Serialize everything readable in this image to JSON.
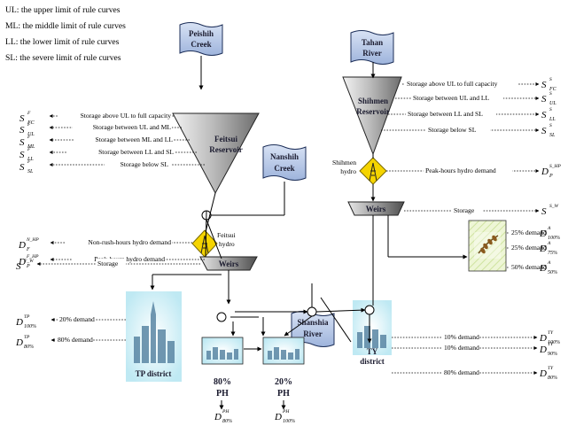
{
  "legend": {
    "ul": "UL: the upper limit of rule curves",
    "ml": "ML: the middle limit of rule curves",
    "ll": "LL: the lower limit of rule curves",
    "sl": "SL: the severe limit of rule curves"
  },
  "sources": {
    "peishih": [
      "Peishih",
      "Creek"
    ],
    "tahan": [
      "Tahan",
      "River"
    ],
    "nanshih": [
      "Nanshih",
      "Creek"
    ],
    "shanshia": [
      "Shanshia",
      "River"
    ]
  },
  "reservoirs": {
    "feitsui": [
      "Feitsui",
      "Reservoir"
    ],
    "shihmen": [
      "Shihmen",
      "Reservoir"
    ]
  },
  "hydro": {
    "feitsui": [
      "Feitsui",
      "hydro"
    ],
    "shihmen": [
      "Shihmen",
      "hydro"
    ]
  },
  "weirs": {
    "label": "Weirs"
  },
  "districts": {
    "tp": "TP district",
    "ty": [
      "TY",
      "district"
    ],
    "ph80": [
      "80%",
      "PH"
    ],
    "ph20": [
      "20%",
      "PH"
    ]
  },
  "feitsui_storage_labels": [
    "Storage above UL to full capacity",
    "Storage  between UL and ML",
    "Storage between ML and LL",
    "Storage between LL and SL",
    "Storage below SL"
  ],
  "shihmen_storage_labels": [
    "Storage above UL to full capacity",
    "Storage between UL and LL",
    "Storage between LL and SL",
    "Storage below SL"
  ],
  "feitsui_hydro_labels": [
    "Non-rush-hours hydro demand",
    "Peak-hours hydro demand"
  ],
  "shihmen_hydro_label": "Peak-hours hydro demand",
  "storage_label": "Storage",
  "agri_labels": [
    "25% demand",
    "25% demand",
    "50% demand"
  ],
  "tp_labels": [
    "20% demand",
    "80% demand"
  ],
  "ty_labels": [
    "10% demand",
    "10% demand",
    "80% demand"
  ],
  "symbols": {
    "fsF": {
      "b": "S",
      "sub": "FC",
      "sup": "F"
    },
    "ulF": {
      "b": "S",
      "sub": "UL",
      "sup": "F"
    },
    "mlF": {
      "b": "S",
      "sub": "ML",
      "sup": "F"
    },
    "llF": {
      "b": "S",
      "sub": "LL",
      "sup": "F"
    },
    "slF": {
      "b": "S",
      "sub": "SL",
      "sup": "F"
    },
    "dFNHP": {
      "b": "D",
      "sub": "F",
      "sup": "N_HP"
    },
    "dPFHP": {
      "b": "D",
      "sub": "P",
      "sup": "F_HP"
    },
    "sFW": {
      "b": "S",
      "sub": "",
      "sup": "F_W"
    },
    "dTP100": {
      "b": "D",
      "sub": "100%",
      "sup": "TP"
    },
    "dTP80": {
      "b": "D",
      "sub": "80%",
      "sup": "TP"
    },
    "dPH80": {
      "b": "D",
      "sub": "80%",
      "sup": "PH"
    },
    "dPH100": {
      "b": "D",
      "sub": "100%",
      "sup": "PH"
    },
    "fcS": {
      "b": "S",
      "sub": "FC",
      "sup": "S"
    },
    "ulS": {
      "b": "S",
      "sub": "UL",
      "sup": "S"
    },
    "llS": {
      "b": "S",
      "sub": "LL",
      "sup": "S"
    },
    "slS": {
      "b": "S",
      "sub": "SL",
      "sup": "S"
    },
    "dPSHP": {
      "b": "D",
      "sub": "P",
      "sup": "S_HP"
    },
    "sSW": {
      "b": "S",
      "sub": "",
      "sup": "S_W"
    },
    "dA100": {
      "b": "D",
      "sub": "100%",
      "sup": "A"
    },
    "dA75": {
      "b": "D",
      "sub": "75%",
      "sup": "A"
    },
    "dA50": {
      "b": "D",
      "sub": "50%",
      "sup": "A"
    },
    "dTY100": {
      "b": "D",
      "sub": "100%",
      "sup": "TY"
    },
    "dTY90": {
      "b": "D",
      "sub": "90%",
      "sup": "TY"
    },
    "dTY80": {
      "b": "D",
      "sub": "80%",
      "sup": "TY"
    }
  }
}
